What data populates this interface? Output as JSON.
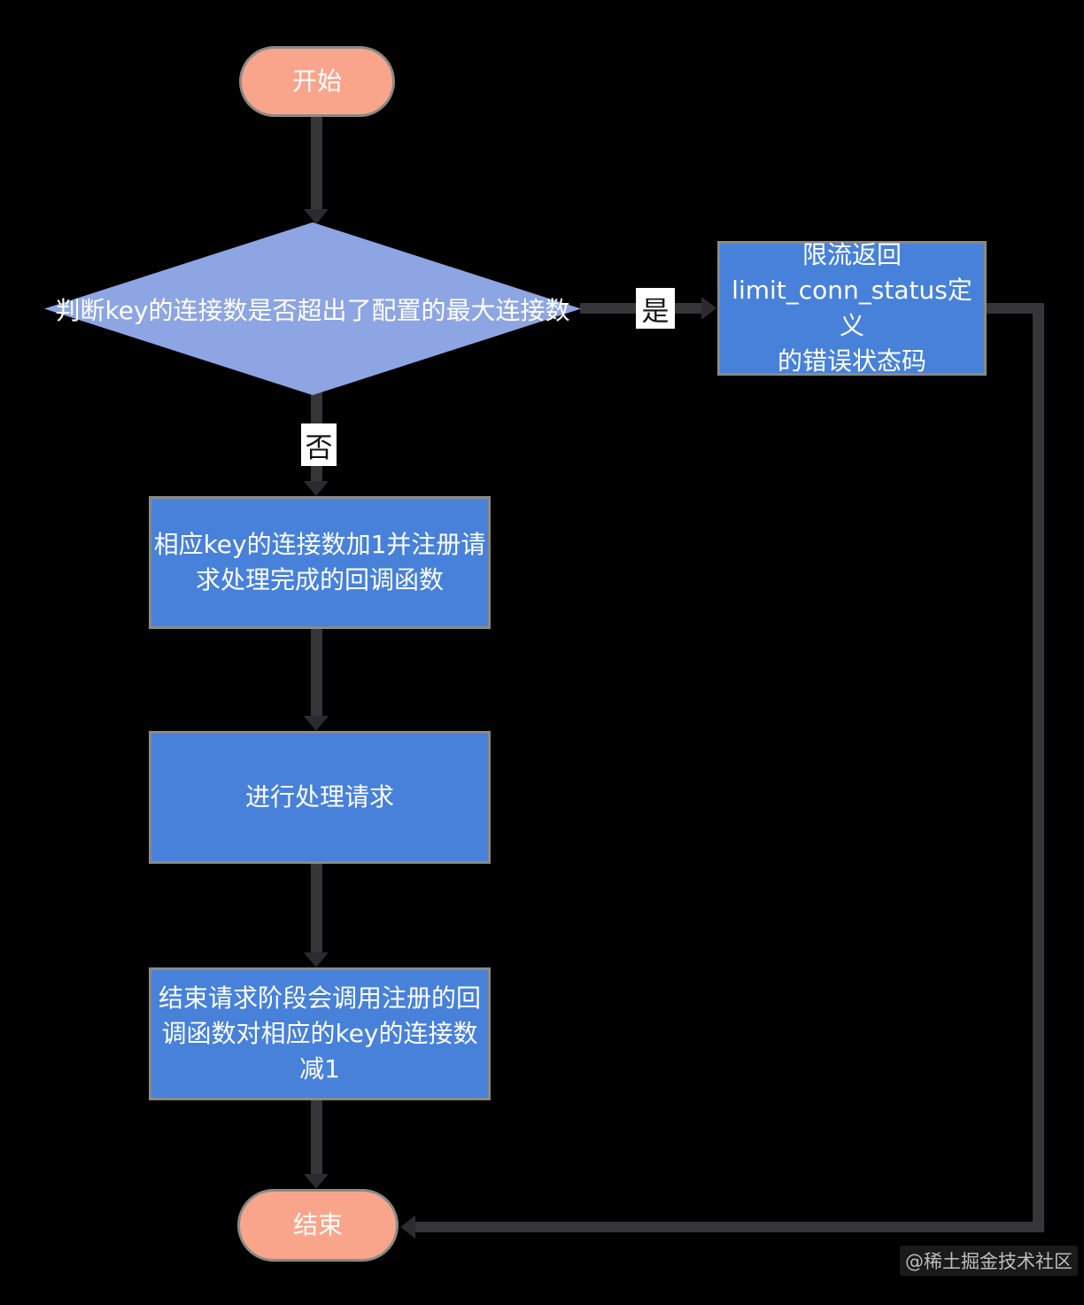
{
  "colors": {
    "background": "#000000",
    "terminal_fill": "#F9A58C",
    "decision_fill": "#8DA5E2",
    "process_fill": "#4781D9",
    "node_border": "#8A8A84",
    "node_text": "#FFFFFF",
    "edge": "#35353A",
    "arrowhead": "#2B2B30",
    "label_bg": "#FFFFFF",
    "label_text": "#141414",
    "watermark_text": "#BDBDBD"
  },
  "flowchart": {
    "nodes": {
      "start": {
        "label": "开始",
        "shape": "rounded-terminal"
      },
      "decision": {
        "label": "判断key的连接数是否超出了配置的最大连接数",
        "shape": "diamond"
      },
      "limit_status": {
        "label": "限流返回\nlimit_conn_status定义\n的错误状态码",
        "shape": "rect"
      },
      "incr_conn": {
        "label": "相应key的连接数加1并注册请\n求处理完成的回调函数",
        "shape": "rect"
      },
      "handle_request": {
        "label": "进行处理请求",
        "shape": "rect"
      },
      "decr_conn": {
        "label": "结束请求阶段会调用注册的回\n调函数对相应的key的连接数\n减1",
        "shape": "rect"
      },
      "end": {
        "label": "结束",
        "shape": "rounded-terminal"
      }
    },
    "edge_labels": {
      "yes": "是",
      "no": "否"
    },
    "edges": [
      {
        "from": "start",
        "to": "decision",
        "label": ""
      },
      {
        "from": "decision",
        "to": "limit_status",
        "label": "是"
      },
      {
        "from": "decision",
        "to": "incr_conn",
        "label": "否"
      },
      {
        "from": "incr_conn",
        "to": "handle_request",
        "label": ""
      },
      {
        "from": "handle_request",
        "to": "decr_conn",
        "label": ""
      },
      {
        "from": "decr_conn",
        "to": "end",
        "label": ""
      },
      {
        "from": "limit_status",
        "to": "end",
        "label": ""
      }
    ]
  },
  "watermark": {
    "text": "@稀土掘金技术社区"
  }
}
